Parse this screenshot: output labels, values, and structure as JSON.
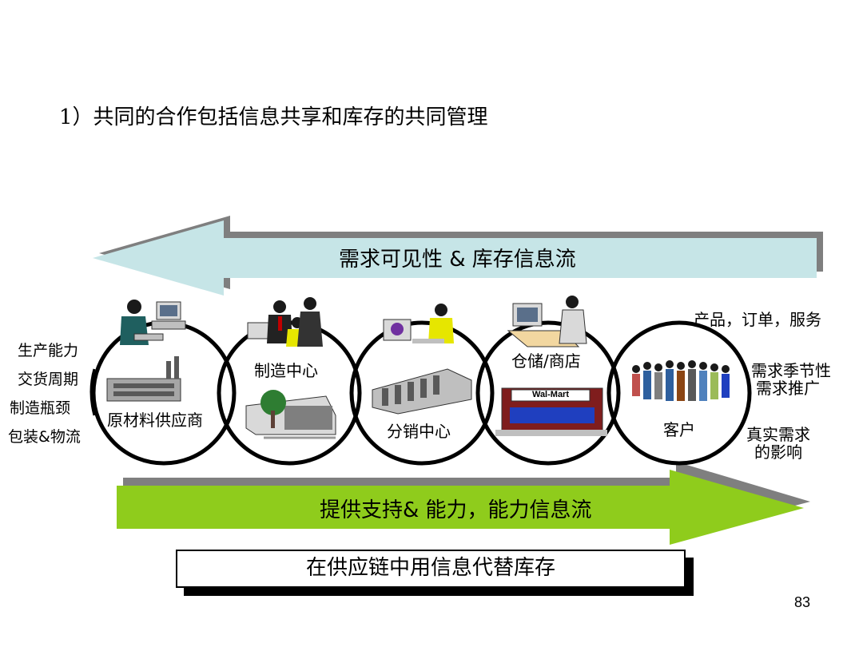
{
  "title": "1）共同的合作包括信息共享和库存的共同管理",
  "top_arrow": {
    "label": "需求可见性 & 库存信息流"
  },
  "bottom_arrow": {
    "label": "提供支持& 能力，能力信息流"
  },
  "nodes": [
    {
      "label": "原材料供应商"
    },
    {
      "label": "制造中心"
    },
    {
      "label": "分销中心"
    },
    {
      "label": "仓储/商店",
      "sign": "Wal-Mart"
    },
    {
      "label": "客户"
    }
  ],
  "left_notes": [
    "生产能力",
    "交货周期",
    "制造瓶颈",
    "包装&物流"
  ],
  "right_notes": {
    "top": "产品，订单，服务",
    "middle": [
      "需求季节性",
      "需求推广"
    ],
    "bottom": [
      "真实需求",
      "的影响"
    ]
  },
  "bottom_box": "在供应链中用信息代替库存",
  "page_number": "83",
  "colors": {
    "top_arrow": "#c6e5e7",
    "bottom_arrow": "#8fcc1c",
    "shadow": "#7f7f7f"
  }
}
